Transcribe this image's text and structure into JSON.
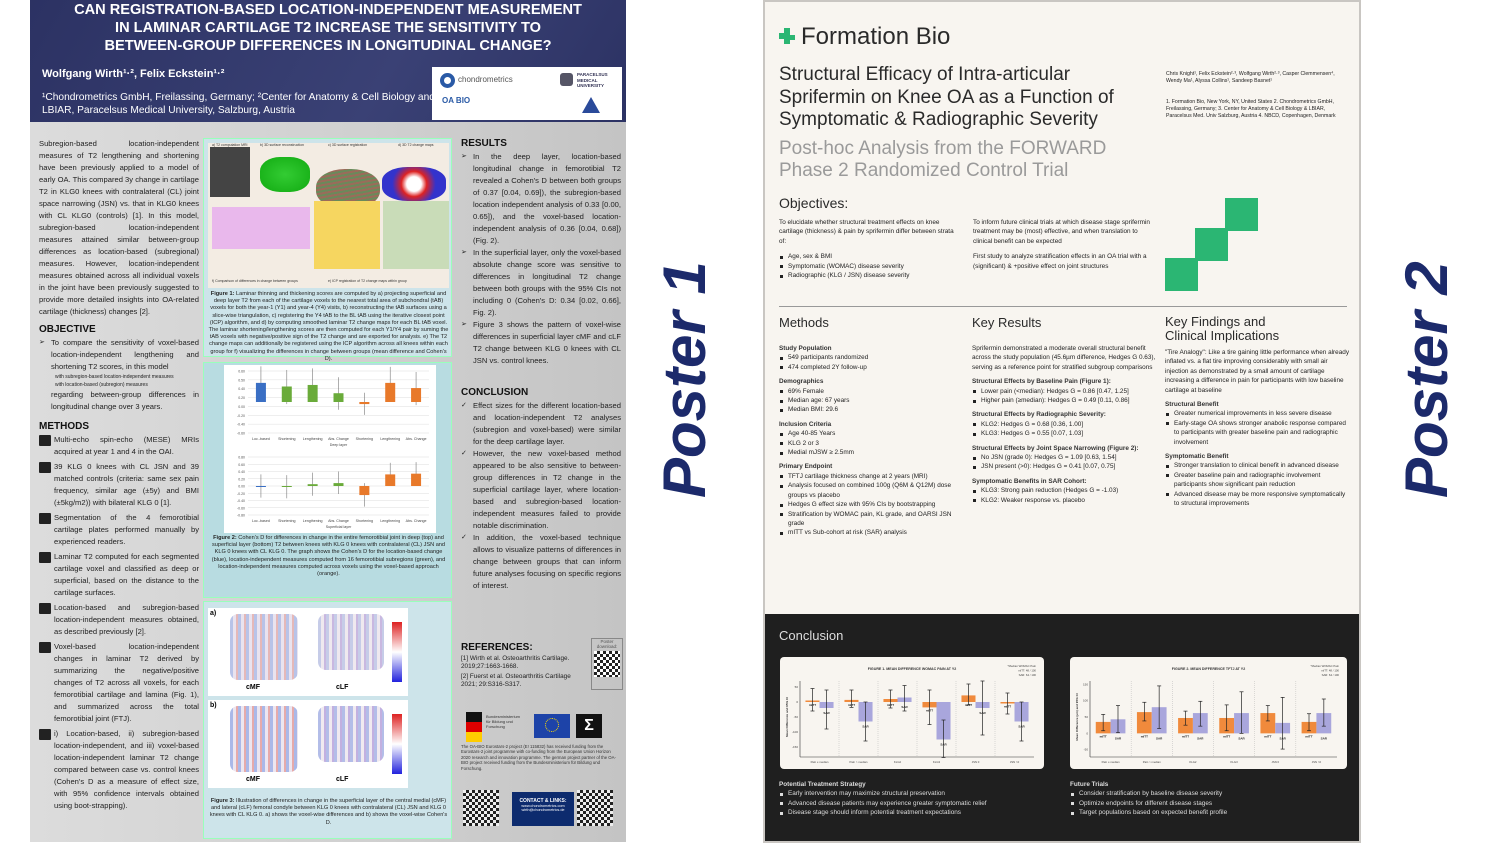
{
  "labels": {
    "poster1": "Poster 1",
    "poster2": "Poster 2"
  },
  "poster1": {
    "title_lines": [
      "CAN REGISTRATION-BASED LOCATION-INDEPENDENT MEASUREMENT",
      "IN LAMINAR CARTILAGE T2 INCREASE THE SENSITIVITY TO",
      "BETWEEN-GROUP DIFFERENCES IN LONGITUDINAL CHANGE?"
    ],
    "authors": "Wolfgang Wirth¹·², Felix Eckstein¹·²",
    "affiliations": "¹Chondrometrics GmbH, Freilassing, Germany; ²Center for Anatomy & Cell Biology and LBIAR, Paracelsus Medical University, Salzburg, Austria",
    "logos": {
      "chondrometrics": "chondrometrics",
      "pmu": "PARACELSUS MEDICAL UNIVERSITY",
      "oabio": "OA BIO"
    },
    "intro": "Subregion-based location-independent measures of T2 lengthening and shortening have been previously applied to a model of early OA. This compared 3y change in cartilage T2 in KLG0 knees with contralateral (CL) joint space narrowing (JSN) vs. that in KLG0 knees with CL KLG0 (controls) [1]. In this model, subregion-based location-independent measures attained similar between-group differences as location-based (subregional) measures. However, location-independent measures obtained across all individual voxels in the joint have been previously suggested to provide more detailed insights into OA-related cartilage (thickness) changes [2].",
    "objective": {
      "heading": "OBJECTIVE",
      "text": "To compare the sensitivity of voxel-based location-independent lengthening and shortening T2 scores, in this model",
      "sub": [
        "with subregion-based location-independent measures",
        "with location-based (subregion) measures"
      ],
      "text2": "regarding between-group differences in longitudinal change over 3 years."
    },
    "methods": {
      "heading": "METHODS",
      "items": [
        "Multi-echo spin-echo (MESE) MRIs acquired at year 1 and 4 in the OAI.",
        "39 KLG 0 knees with CL JSN and 39 matched controls (criteria: same sex pain frequency, similar age (±5y) and BMI (±5kg/m2)) with bilateral KLG 0 [1].",
        "Segmentation of the 4 femorotibial cartilage plates performed manually by experienced readers.",
        "Laminar T2 computed for each segmented cartilage voxel and classified as deep or superficial, based on the distance to the cartilage surfaces.",
        "Location-based and subregion-based location-independent measures obtained, as described previously [2].",
        "Voxel-based location-independent changes in laminar T2 derived by summarizing the negative/positive changes of T2 across all voxels, for each femorotibial cartilage and lamina (Fig. 1), and summarized across the total femorotibial joint (FTJ).",
        "i) Location-based, ii) subregion-based location-independent, and iii) voxel-based location-independent laminar T2 change compared between case vs. control knees (Cohen's D as a measure of effect size, with 95% confidence intervals obtained using boot-strapping)."
      ]
    },
    "fig1": {
      "panels": [
        "a) T2 computation MRI",
        "b) 3D surface reconstruction",
        "c) 3D surface registration",
        "d) 3D T2 change maps",
        "f) Comparison of differences in change between groups",
        "e) ICP registration of T2 change maps within group"
      ],
      "caption_label": "Figure 1:",
      "caption": "Laminar thinning and thickening scores are computed by a) projecting superficial and deep layer T2 from each of the cartilage voxels to the nearest total area of subchondral (tAB) voxels for both the year-1 (Y1) and year-4 (Y4) visits, b) reconstructing the tAB surfaces using a slice-wise triangulation, c) registering the Y4 tAB to the BL tAB using the iterative closest point (ICP) algorithm, and d) by computing smoothed laminar T2 change maps for each BL tAB voxel. The laminar shortening/lengthening scores are then computed for each Y1/Y4 pair by suming the tAB voxels with negative/positive sign of the T2 change and are exported for analysis. e) The T2 change maps can additionally be registered using the ICP algorithm across all knees within each group for f) visualizing the differences in change between groups (mean difference and Cohen's D)."
    },
    "fig2": {
      "caption_label": "Figure 2:",
      "caption": "Cohen's D for differences in change in the entire femorotibial joint in deep (top) and superficial layer (bottom) T2 between knees with KLG 0 knees with contralateral (CL) JSN and KLG 0 knees with CL KLG 0. The graph shows the Cohen's D for the location-based change (blue), location-independent measures computed from 16 femorotibial subregions (green), and location-independent measures computed across voxels using the voxel-based approach (orange)."
    },
    "fig3": {
      "panel_a": "a)",
      "panel_b": "b)",
      "cmf": "cMF",
      "clf": "cLF",
      "caption_label": "Figure 3:",
      "caption": "Illustration of differences in change in the superficial layer of the central medial (cMF) and lateral (cLF) femoral condyle between KLG 0 knees with contralateral (CL) JSN and KLG 0 knees with CL KLG 0. a) shows the voxel-wise differences and b) shows the voxel-wise Cohen's D."
    },
    "results": {
      "heading": "RESULTS",
      "items": [
        "In the deep layer, location-based longitudinal change in femorotibial T2 revealed a Cohen's D between both groups of 0.37 [0.04, 0.69]), the subregion-based location independent analysis of 0.33 [0.00, 0.65]), and the voxel-based location-independent analysis of 0.36 [0.04, 0.68]) (Fig. 2).",
        "In the superficial layer, only the voxel-based absolute change score was sensitive to differences in longitudinal T2 change between both groups with the 95% CIs not including 0 (Cohen's D: 0.34 [0.02, 0.66], Fig. 2).",
        "Figure 3 shows the pattern of voxel-wise differences in superficial layer cMF and cLF T2 change between KLG 0 knees with CL JSN vs. control knees."
      ]
    },
    "conclusion": {
      "heading": "CONCLUSION",
      "items": [
        "Effect sizes for the different location-based and location-independent T2 analyses (subregion and voxel-based) were similar for the deep cartilage layer.",
        "However, the new voxel-based method appeared to be also sensitive to between-group differences in T2 change in the superficial cartilage layer, where location-based and subregion-based location-independent measures failed to provide notable discrimination.",
        "In addition, the voxel-based technique allows to visualize patterns of differences in change between groups that can inform future analyses focusing on specific regions of interest."
      ]
    },
    "references": {
      "heading": "REFERENCES:",
      "items": [
        "[1] Wirth et al. Osteoarthritis Cartilage. 2019;27:1663-1668.",
        "[2] Fuerst et al. Osteoarthritis Cartilage 2021; 29:S316-S317."
      ],
      "download": "Poster download:"
    },
    "funding": "The OA-BIO Eurostars-2 project (E! 115832) has received funding from the Eurostars-2 joint programme with co-funding from the European Union Horizon 2020 research and innovation programme. The german project partner of the OA-BIO project received funding from the Bundesministerium für Bildung und Forschung.",
    "bmbf": "Bundesministerium für Bildung und Forschung",
    "contact": {
      "title": "CONTACT & LINKS:",
      "lines": [
        "www.chondrometrics.com",
        "wirth@chondrometrics.de"
      ]
    }
  },
  "poster2": {
    "brand": "Formation Bio",
    "title_lines": [
      "Structural Efficacy of Intra-articular",
      "Sprifermin on Knee OA as a Function of",
      "Symptomatic & Radiographic Severity"
    ],
    "subtitle_lines": [
      "Post-hoc Analysis from the FORWARD",
      "Phase 2 Randomized Control Trial"
    ],
    "authors": "Chris Knight¹, Felix Eckstein²·³, Wolfgang Wirth²·³, Casper Clemmensen⁴, Wendy Ma¹, Alyssa Collins¹, Sandeep Basnet¹",
    "affiliations": "1. Formation Bio, New York, NY, United States 2. Chondrometrics GmbH, Freilassing, Germany; 3. Center for Anatomy & Cell Biology & LBIAR, Paracelsus Med. Univ Salzburg, Austria 4. NBCD, Copenhagen, Denmark",
    "objectives": {
      "heading": "Objectives:",
      "left_intro": "To elucidate whether structural treatment effects on knee cartilage (thickness) & pain by sprifermin differ between strata of:",
      "left_items": [
        "Age, sex & BMI",
        "Symptomatic (WOMAC) disease severity",
        "Radiographic (KLG / JSN) disease severity"
      ],
      "right_1": "To inform future clinical trials at which disease stage sprifermin treatment may be (most) effective, and when translation to clinical benefit can be expected",
      "right_2": "First study to analyze stratification effects in an OA trial with a (significant) & +positive effect on joint structures"
    },
    "methods": {
      "heading": "Methods",
      "groups": [
        {
          "title": "Study Population",
          "items": [
            "549 participants randomized",
            "474 completed 2Y follow-up"
          ]
        },
        {
          "title": "Demographics",
          "items": [
            "69% Female",
            "Median age: 67 years",
            "Median BMI: 29.6"
          ]
        },
        {
          "title": "Inclusion Criteria",
          "items": [
            "Age 40-85 Years",
            "KLG 2 or 3",
            "Medial mJSW ≥ 2.5mm"
          ]
        },
        {
          "title": "Primary Endpoint",
          "items": [
            "TFTJ cartilage thickness change at 2 years (MRI)",
            "Analysis focused on combined 100g (Q6M & Q12M) dose groups vs placebo",
            "Hedges G effect size with 95% CIs by bootstrapping",
            "Stratification by WOMAC pain, KL grade, and OARSI JSN grade",
            "mITT vs Sub-cohort at risk (SAR) analysis"
          ]
        }
      ]
    },
    "results": {
      "heading": "Key Results",
      "intro": "Sprifermin demonstrated a moderate overall structural benefit across the study population (45.6µm difference, Hedges G 0.63), serving as a reference point for stratified subgroup comparisons",
      "groups": [
        {
          "title": "Structural Effects by Baseline Pain (Figure 1):",
          "items": [
            "Lower pain (<median): Hedges G = 0.86 [0.47, 1.25]",
            "Higher pain (≥median): Hedges G = 0.49 [0.11, 0.86]"
          ]
        },
        {
          "title": "Structural Effects by Radiographic Severity:",
          "items": [
            "KLG2: Hedges G = 0.68 [0.36, 1.00]",
            "KLG3: Hedges G = 0.55 [0.07, 1.03]"
          ]
        },
        {
          "title": "Structural Effects by Joint Space Narrowing (Figure 2):",
          "items": [
            "No JSN (grade 0): Hedges G = 1.09 [0.63, 1.54]",
            "JSN present (>0): Hedges G = 0.41 [0.07, 0.75]"
          ]
        },
        {
          "title": "Symptomatic Benefits in SAR Cohort:",
          "items": [
            "KLG3: Strong pain reduction (Hedges G = -1.03)",
            "KLG2: Weaker response vs. placebo"
          ]
        }
      ]
    },
    "findings": {
      "heading_lines": [
        "Key Findings and",
        "Clinical Implications"
      ],
      "intro": "\"Tire Analogy\": Like a tire gaining little performance when already inflated vs. a flat tire improving considerably with small air injection as demonstrated by a small amount of cartilage increasing a difference in pain for participants with low baseline cartilage at baseline",
      "groups": [
        {
          "title": "Structural Benefit",
          "items": [
            "Greater numerical improvements in less severe disease",
            "Early-stage OA shows stronger anabolic response compared to participants with greater baseline pain and radiographic involvement"
          ]
        },
        {
          "title": "Symptomatic Benefit",
          "items": [
            "Stronger translation to clinical benefit in advanced disease",
            "Greater baseline pain and radiographic involvement participants show significant pain reduction",
            "Advanced disease may be more responsive symptomatically to structural improvements"
          ]
        }
      ]
    },
    "conclusion": {
      "heading": "Conclusion",
      "strategy": {
        "title": "Potential Treatment Strategy",
        "items": [
          "Early intervention may maximize structural preservation",
          "Advanced disease patients may experience greater symptomatic relief",
          "Disease stage should inform potential treatment expectations"
        ]
      },
      "future": {
        "title": "Future Trials",
        "items": [
          "Consider stratification by baseline disease severity",
          "Optimize endpoints for different disease stages",
          "Target populations based on expected benefit profile"
        ]
      }
    }
  },
  "chart_data": [
    {
      "type": "bar",
      "id": "p1fig2deep",
      "title": "Deep layer",
      "categories": [
        "Loc.-based",
        "Shortening",
        "Lengthening",
        "Abs. Change",
        "Shortening",
        "Lengthening",
        "Abs. Change"
      ],
      "values": [
        0.37,
        0.3,
        0.33,
        0.17,
        -0.04,
        0.37,
        0.27
      ],
      "ci_low": [
        0.04,
        -0.04,
        0.0,
        -0.15,
        -0.25,
        0.04,
        -0.06
      ],
      "ci_high": [
        0.69,
        0.62,
        0.65,
        0.48,
        0.18,
        0.68,
        0.58
      ],
      "colors": [
        "#3a6fc4",
        "#6aab3a",
        "#6aab3a",
        "#6aab3a",
        "#e8792a",
        "#e8792a",
        "#e8792a"
      ],
      "ylim": [
        -0.6,
        0.6
      ],
      "yticks": [
        "0.60",
        "0.50",
        "0.40",
        "0.20",
        "0.00",
        "-0.20",
        "-0.40",
        "-0.60"
      ]
    },
    {
      "type": "bar",
      "id": "p1fig2sup",
      "title": "Superficial layer",
      "categories": [
        "Loc.-based",
        "Shortening",
        "Lengthening",
        "Abs. Change",
        "Shortening",
        "Lengthening",
        "Abs. Change"
      ],
      "values": [
        0.0,
        -0.02,
        0.05,
        0.08,
        -0.25,
        0.32,
        0.34
      ],
      "ci_low": [
        -0.32,
        -0.34,
        -0.27,
        -0.22,
        -0.57,
        0.0,
        0.02
      ],
      "ci_high": [
        0.32,
        0.3,
        0.37,
        0.4,
        0.08,
        0.64,
        0.66
      ],
      "colors": [
        "#3a6fc4",
        "#6aab3a",
        "#6aab3a",
        "#6aab3a",
        "#e8792a",
        "#e8792a",
        "#e8792a"
      ],
      "ylim": [
        -0.8,
        0.8
      ],
      "yticks": [
        "0.80",
        "0.60",
        "0.40",
        "0.20",
        "0.00",
        "-0.20",
        "-0.40",
        "-0.60",
        "-0.80"
      ]
    },
    {
      "type": "bar",
      "id": "p2fig1",
      "title": "FIGURE 1. MEAN DIFFERENCE WOMAC PAIN AT Y2",
      "ylabel": "Mean Difference and 95% CI",
      "note": [
        "*Median WOMAC Pain",
        "mITT: 48 / 100",
        "SAR: 64 / 100"
      ],
      "categories": [
        "Pain ≤ median",
        "Pain > median",
        "KLG2",
        "KLG3",
        "JSN 0",
        "JSN >0"
      ],
      "series": [
        {
          "name": "mITT",
          "values": [
            5,
            7,
            10,
            -18,
            22,
            -5
          ],
          "ci_low": [
            -30,
            -18,
            -20,
            -75,
            -10,
            -40
          ],
          "ci_high": [
            45,
            40,
            40,
            40,
            60,
            30
          ]
        },
        {
          "name": "SAR",
          "values": [
            -20,
            -65,
            15,
            -125,
            -20,
            -65
          ],
          "ci_low": [
            -90,
            -130,
            -30,
            -185,
            -110,
            -130
          ],
          "ci_high": [
            40,
            0,
            55,
            -60,
            70,
            0
          ]
        }
      ],
      "ylim": [
        -170,
        70
      ],
      "yticks": [
        50,
        0,
        -50,
        -100,
        -150
      ],
      "colors": [
        "#f08a3c",
        "#a9a6dc"
      ]
    },
    {
      "type": "bar",
      "id": "p2fig2",
      "title": "FIGURE 2. MEAN DIFFERENCE TFTJ AT Y2",
      "ylabel": "Mean Difference (µm) and 95% CI",
      "note": [
        "*Median WOMAC Pain",
        "mITT: 48 / 100",
        "SAR: 64 / 100"
      ],
      "categories": [
        "Pain ≤ median",
        "Pain > median",
        "KLG2",
        "KLG3",
        "JSN 0",
        "JSN >0"
      ],
      "series": [
        {
          "name": "mITT",
          "values": [
            35,
            65,
            47,
            47,
            62,
            35
          ],
          "ci_low": [
            8,
            38,
            25,
            8,
            38,
            8
          ],
          "ci_high": [
            58,
            95,
            68,
            87,
            85,
            60
          ],
          "labels": "mITT"
        },
        {
          "name": "SAR",
          "values": [
            43,
            80,
            62,
            62,
            32,
            62
          ],
          "ci_low": [
            2,
            15,
            22,
            0,
            -48,
            22
          ],
          "ci_high": [
            85,
            145,
            98,
            127,
            110,
            105
          ]
        }
      ],
      "ylim": [
        -60,
        160
      ],
      "yticks": [
        150,
        100,
        50,
        0,
        -50
      ],
      "colors": [
        "#f08a3c",
        "#a9a6dc"
      ]
    }
  ]
}
